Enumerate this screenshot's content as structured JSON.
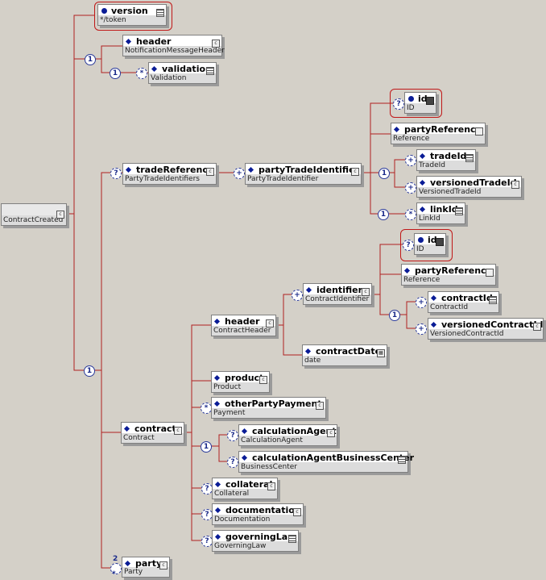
{
  "nodes": {
    "root": {
      "name": "",
      "type": "ContractCreated"
    },
    "version": {
      "name": "version",
      "type": "*/token"
    },
    "header1": {
      "name": "header",
      "type": "NotificationMessageHeader"
    },
    "validation": {
      "name": "validation",
      "type": "Validation"
    },
    "tradeReference": {
      "name": "tradeReference",
      "type": "PartyTradeIdentifiers"
    },
    "partyTradeIdentifier": {
      "name": "partyTradeIdentifier",
      "type": "PartyTradeIdentifier"
    },
    "id1": {
      "name": "id",
      "type": "ID"
    },
    "partyReference1": {
      "name": "partyReference",
      "type": "Reference"
    },
    "tradeId": {
      "name": "tradeId",
      "type": "TradeId"
    },
    "versionedTradeId": {
      "name": "versionedTradeId",
      "type": "VersionedTradeId"
    },
    "linkId": {
      "name": "linkId",
      "type": "LinkId"
    },
    "id2": {
      "name": "id",
      "type": "ID"
    },
    "partyReference2": {
      "name": "partyReference",
      "type": "Reference"
    },
    "identifier": {
      "name": "identifier",
      "type": "ContractIdentifier"
    },
    "contractId": {
      "name": "contractId",
      "type": "ContractId"
    },
    "versionedContractId": {
      "name": "versionedContractId",
      "type": "VersionedContractId"
    },
    "header2": {
      "name": "header",
      "type": "ContractHeader"
    },
    "contractDate": {
      "name": "contractDate",
      "type": "date"
    },
    "product": {
      "name": "product",
      "type": "Product"
    },
    "otherPartyPayment": {
      "name": "otherPartyPayment",
      "type": "Payment"
    },
    "contract": {
      "name": "contract",
      "type": "Contract"
    },
    "calculationAgent": {
      "name": "calculationAgent",
      "type": "CalculationAgent"
    },
    "calculationAgentBusinessCenter": {
      "name": "calculationAgentBusinessCenter",
      "type": "BusinessCenter"
    },
    "collateral": {
      "name": "collateral",
      "type": "Collateral"
    },
    "documentation": {
      "name": "documentation",
      "type": "Documentation"
    },
    "governingLaw": {
      "name": "governingLaw",
      "type": "GoverningLaw"
    },
    "party": {
      "name": "party",
      "type": "Party"
    }
  },
  "compositors": {
    "seq1": "1",
    "seq2": "1",
    "seq3": "1",
    "seq4": "1",
    "seq5": "1",
    "seq6": "1",
    "seq7": "1",
    "q1": "?",
    "q2": "?",
    "q3": "?",
    "q4": "?",
    "q5": "?",
    "q6": "?",
    "q7": "?",
    "q8": "?",
    "c1": "*",
    "c2": "*",
    "c3": "*",
    "p1": "+",
    "p2": "+",
    "p3": "+",
    "p4": "+",
    "p5": "+",
    "party_min": "2",
    "party_max": "*"
  }
}
